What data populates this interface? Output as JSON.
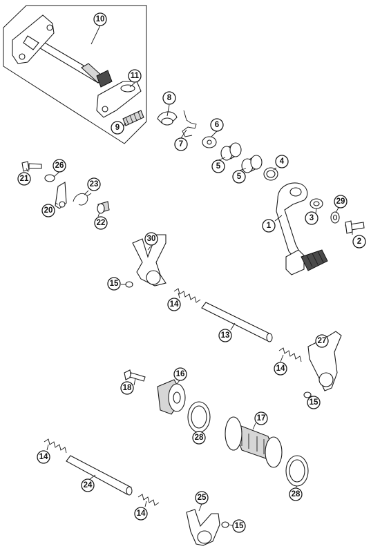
{
  "diagram": {
    "type": "exploded-parts-diagram",
    "callouts": [
      {
        "id": "c10",
        "label": "10"
      },
      {
        "id": "c11",
        "label": "11"
      },
      {
        "id": "c9",
        "label": "9"
      },
      {
        "id": "c8",
        "label": "8"
      },
      {
        "id": "c7",
        "label": "7"
      },
      {
        "id": "c6",
        "label": "6"
      },
      {
        "id": "c5a",
        "label": "5"
      },
      {
        "id": "c5b",
        "label": "5"
      },
      {
        "id": "c4",
        "label": "4"
      },
      {
        "id": "c26",
        "label": "26"
      },
      {
        "id": "c21",
        "label": "21"
      },
      {
        "id": "c23",
        "label": "23"
      },
      {
        "id": "c20",
        "label": "20"
      },
      {
        "id": "c22",
        "label": "22"
      },
      {
        "id": "c29",
        "label": "29"
      },
      {
        "id": "c3",
        "label": "3"
      },
      {
        "id": "c1",
        "label": "1"
      },
      {
        "id": "c2",
        "label": "2"
      },
      {
        "id": "c30",
        "label": "30"
      },
      {
        "id": "c15a",
        "label": "15"
      },
      {
        "id": "c14a",
        "label": "14"
      },
      {
        "id": "c13",
        "label": "13"
      },
      {
        "id": "c27",
        "label": "27"
      },
      {
        "id": "c14b",
        "label": "14"
      },
      {
        "id": "c15b",
        "label": "15"
      },
      {
        "id": "c16",
        "label": "16"
      },
      {
        "id": "c18",
        "label": "18"
      },
      {
        "id": "c17",
        "label": "17"
      },
      {
        "id": "c28a",
        "label": "28"
      },
      {
        "id": "c28b",
        "label": "28"
      },
      {
        "id": "c14c",
        "label": "14"
      },
      {
        "id": "c24",
        "label": "24"
      },
      {
        "id": "c25",
        "label": "25"
      },
      {
        "id": "c14d",
        "label": "14"
      },
      {
        "id": "c15c",
        "label": "15"
      }
    ]
  }
}
